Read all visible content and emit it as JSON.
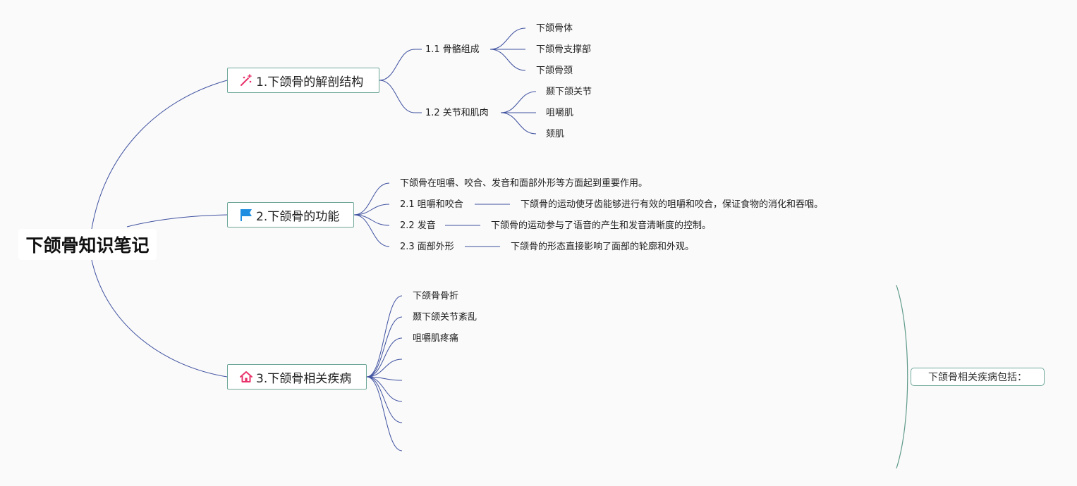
{
  "root": {
    "title": "下颌骨知识笔记"
  },
  "topics": [
    {
      "label": "1.下颌骨的解剖结构",
      "icon": "sparkle-wand-icon",
      "subs": [
        {
          "label": "1.1 骨骼组成",
          "leaves": [
            "下颌骨体",
            "下颌骨支撑部",
            "下颌骨颈"
          ]
        },
        {
          "label": "1.2 关节和肌肉",
          "leaves": [
            "颞下颌关节",
            "咀嚼肌",
            "颏肌"
          ]
        }
      ]
    },
    {
      "label": "2.下颌骨的功能",
      "icon": "flag-icon",
      "intro": "下颌骨在咀嚼、咬合、发音和面部外形等方面起到重要作用。",
      "subs": [
        {
          "label": "2.1 咀嚼和咬合",
          "detail": "下颌骨的运动使牙齿能够进行有效的咀嚼和咬合，保证食物的消化和吞咽。"
        },
        {
          "label": "2.2 发音",
          "detail": "下颌骨的运动参与了语音的产生和发音清晰度的控制。"
        },
        {
          "label": "2.3 面部外形",
          "detail": "下颌骨的形态直接影响了面部的轮廓和外观。"
        }
      ]
    },
    {
      "label": "3.下颌骨相关疾病",
      "icon": "house-icon",
      "items": [
        "下颌骨骨折",
        "颞下颌关节紊乱",
        "咀嚼肌疼痛",
        "",
        "",
        "",
        "",
        ""
      ]
    }
  ],
  "summary": {
    "label": "下颌骨相关疾病包括："
  },
  "colors": {
    "link": "#3f51a0",
    "border": "#6fa89a",
    "summary_brace": "#5f9a8a",
    "icon_pink": "#e8336b",
    "icon_blue": "#1f8ee0"
  }
}
